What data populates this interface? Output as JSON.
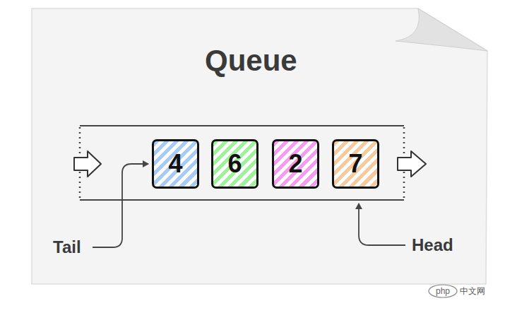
{
  "diagram": {
    "title": "Queue",
    "nodes": [
      {
        "text": [
          "4"
        ]
      },
      {
        "text": [
          "6"
        ]
      },
      {
        "text": [
          "2"
        ]
      },
      {
        "text": [
          "7"
        ]
      }
    ],
    "labels": [
      "Tail",
      "Head",
      "php",
      "中文网"
    ]
  }
}
